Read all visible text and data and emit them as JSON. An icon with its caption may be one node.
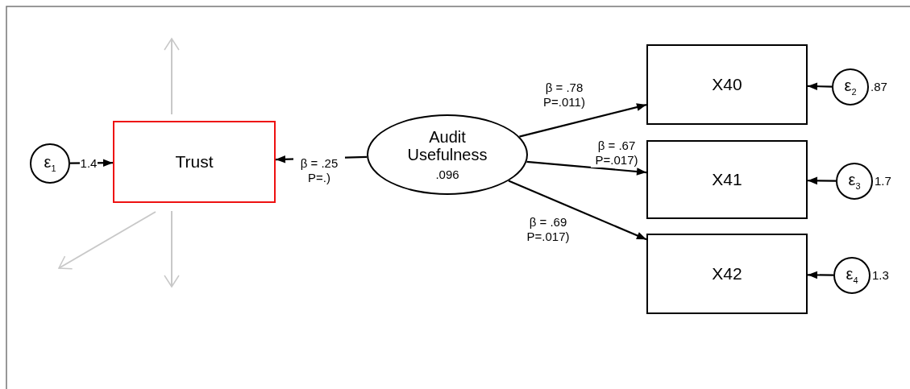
{
  "diagram": {
    "nodes": [
      {
        "text": [
          "ε$_{1}$"
        ]
      },
      {
        "text": [
          "Trust"
        ]
      },
      {
        "text": [
          "Audit Usefulness",
          ".096"
        ]
      },
      {
        "text": [
          "X40"
        ]
      },
      {
        "text": [
          "X41"
        ]
      },
      {
        "text": [
          "X42"
        ]
      },
      {
        "text": [
          "ε$_{2}$"
        ],
        "beside": [
          ".87"
        ]
      },
      {
        "text": [
          "ε$_{3}$"
        ],
        "beside": [
          "1.7"
        ]
      },
      {
        "text": [
          "ε$_{4}$"
        ],
        "beside": [
          "1.3"
        ]
      }
    ],
    "edges": [
      {
        "from": 0,
        "to": 1,
        "arrow": "to",
        "label": "1.4"
      },
      {
        "from": 2,
        "to": 1,
        "arrow": "to",
        "label": "β = .25 P=.)"
      },
      {
        "from": 2,
        "to": 3,
        "arrow": "to",
        "label": "β = .78 P=.011)"
      },
      {
        "from": 2,
        "to": 4,
        "arrow": "to",
        "label": "β = .67 P=.017)"
      },
      {
        "from": 2,
        "to": 5,
        "arrow": "to",
        "label": "β = .69 P=.017)"
      },
      {
        "from": 6,
        "to": 3,
        "arrow": "to"
      },
      {
        "from": 7,
        "to": 4,
        "arrow": "to"
      },
      {
        "from": 8,
        "to": 5,
        "arrow": "to"
      }
    ]
  }
}
